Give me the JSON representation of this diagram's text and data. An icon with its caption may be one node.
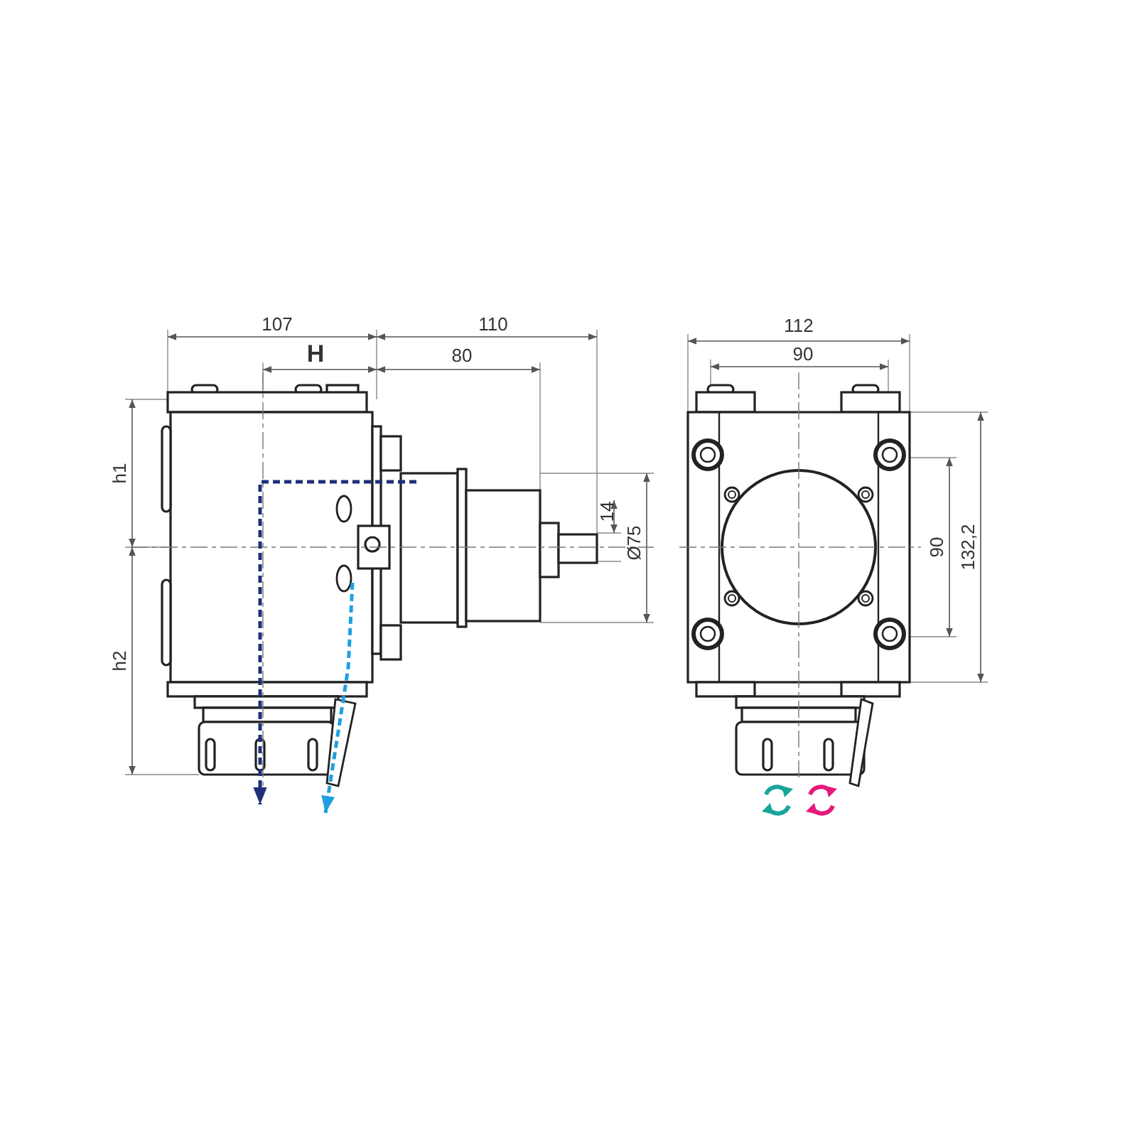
{
  "diagram": {
    "labels": [
      "107",
      "110",
      "112",
      "H",
      "80",
      "90",
      "h1",
      "14",
      "Ø75",
      "90",
      "132,2",
      "h2"
    ]
  }
}
